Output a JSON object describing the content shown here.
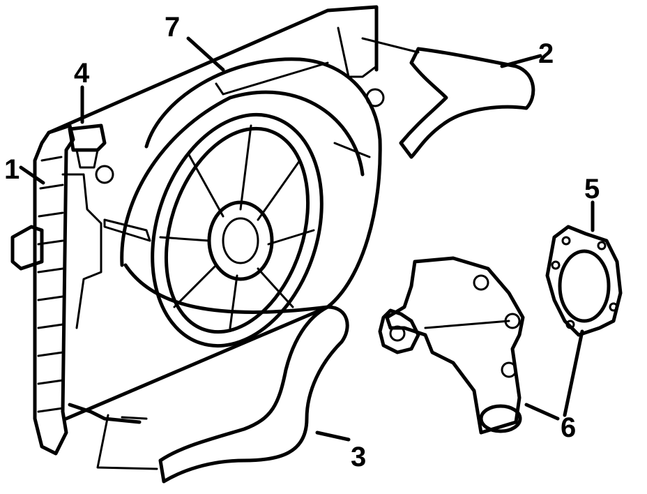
{
  "callouts": {
    "radiator": "1",
    "upper_hose": "2",
    "lower_hose": "3",
    "radiator_cap": "4",
    "gasket": "5",
    "water_pump": "6",
    "fan_shroud": "7"
  },
  "colors": {
    "ink": "#000000",
    "paper": "#ffffff"
  }
}
